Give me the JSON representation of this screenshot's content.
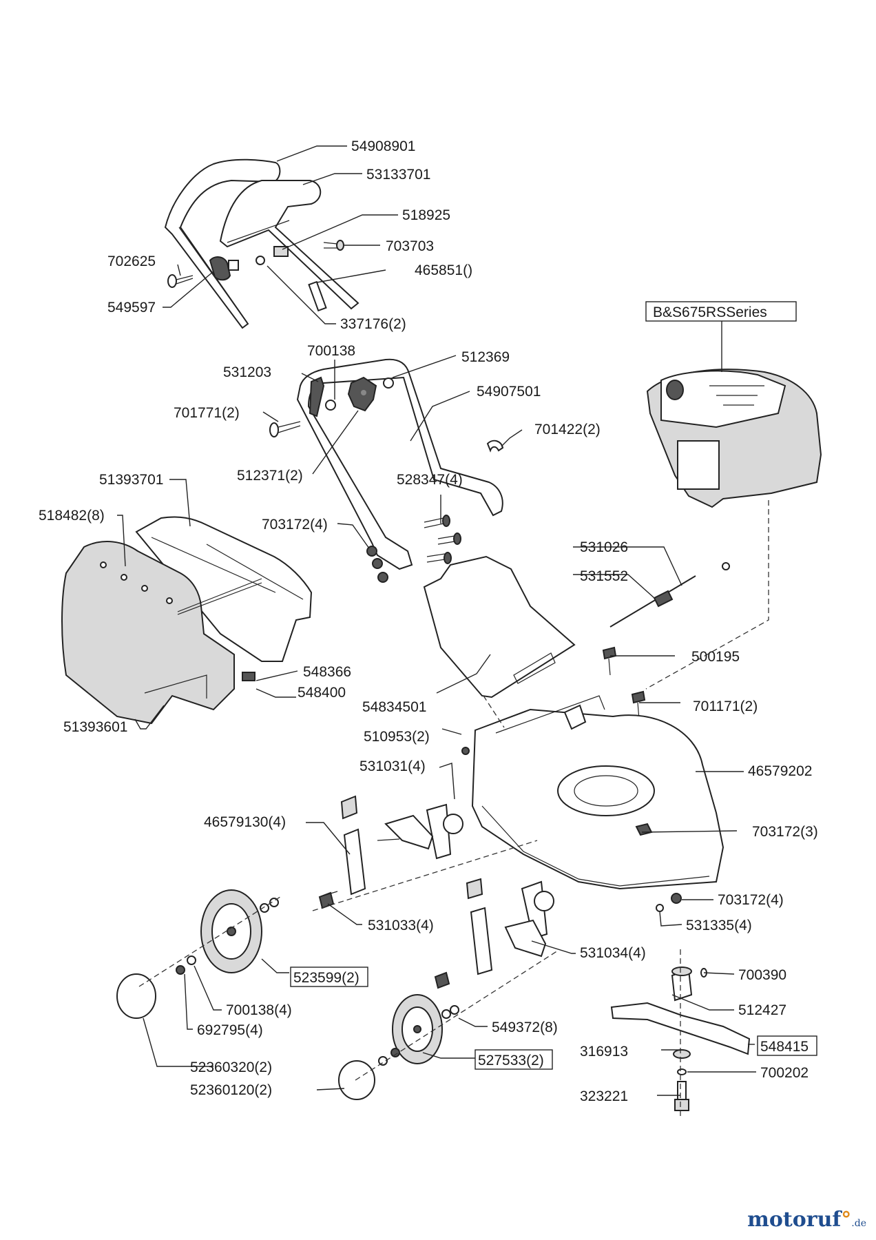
{
  "watermark": {
    "brand": "motoruf",
    "mark": "°",
    "tld": ".de"
  },
  "labels": {
    "p54908901": "54908901",
    "p53133701": "53133701",
    "p518925": "518925",
    "p703703": "703703",
    "p702625": "702625",
    "p465851": "465851()",
    "p549597": "549597",
    "p337176": "337176(2)",
    "engine": "B&S675RSSeries",
    "p700138a": "700138",
    "p531203": "531203",
    "p512369": "512369",
    "p54907501": "54907501",
    "p701771": "701771(2)",
    "p701422": "701422(2)",
    "p512371": "512371(2)",
    "p51393701": "51393701",
    "p528347": "528347(4)",
    "p518482": "518482(8)",
    "p703172a": "703172(4)",
    "p531026": "531026",
    "p531552": "531552",
    "p500195": "500195",
    "p548366": "548366",
    "p548400": "548400",
    "p54834501": "54834501",
    "p701171": "701171(2)",
    "p51393601": "51393601",
    "p510953": "510953(2)",
    "p531031": "531031(4)",
    "p46579202": "46579202",
    "p46579130": "46579130(4)",
    "p703172b": "703172(3)",
    "p703172c": "703172(4)",
    "p531033": "531033(4)",
    "p531335": "531335(4)",
    "p531034": "531034(4)",
    "p523599": "523599(2)",
    "p700390": "700390",
    "p700138b": "700138(4)",
    "p512427": "512427",
    "p692795": "692795(4)",
    "p549372": "549372(8)",
    "p316913": "316913",
    "p548415": "548415",
    "p527533": "527533(2)",
    "p52360320": "52360320(2)",
    "p700202": "700202",
    "p52360120": "52360120(2)",
    "p323221": "323221"
  }
}
